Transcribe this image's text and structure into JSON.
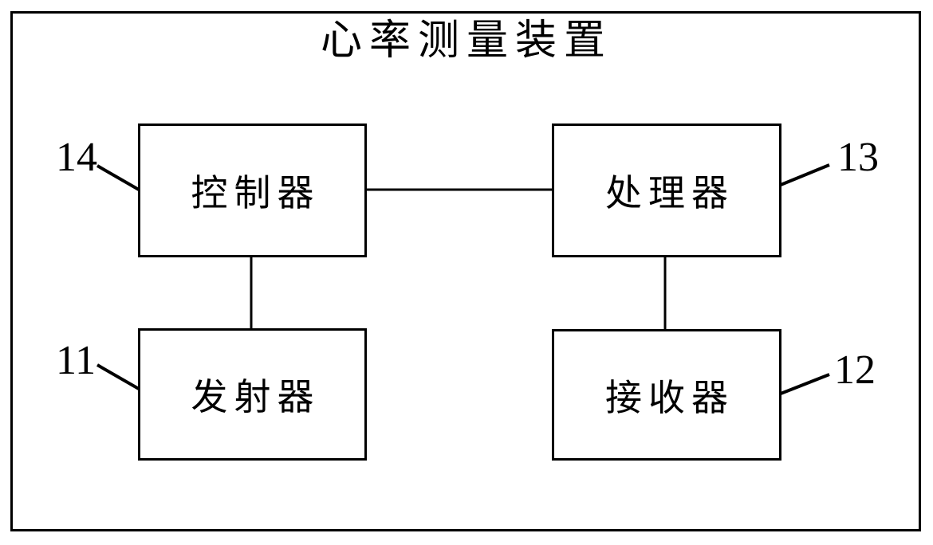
{
  "diagram": {
    "title": "心率测量装置",
    "colors": {
      "line": "#000000",
      "background": "#ffffff"
    },
    "nodes": [
      {
        "id": "controller",
        "label": "控制器",
        "ref": "14",
        "position": "top-left"
      },
      {
        "id": "processor",
        "label": "处理器",
        "ref": "13",
        "position": "top-right"
      },
      {
        "id": "transmitter",
        "label": "发射器",
        "ref": "11",
        "position": "bottom-left"
      },
      {
        "id": "receiver",
        "label": "接收器",
        "ref": "12",
        "position": "bottom-right"
      }
    ],
    "edges": [
      {
        "from": "controller",
        "to": "processor"
      },
      {
        "from": "controller",
        "to": "transmitter"
      },
      {
        "from": "processor",
        "to": "receiver"
      }
    ]
  }
}
